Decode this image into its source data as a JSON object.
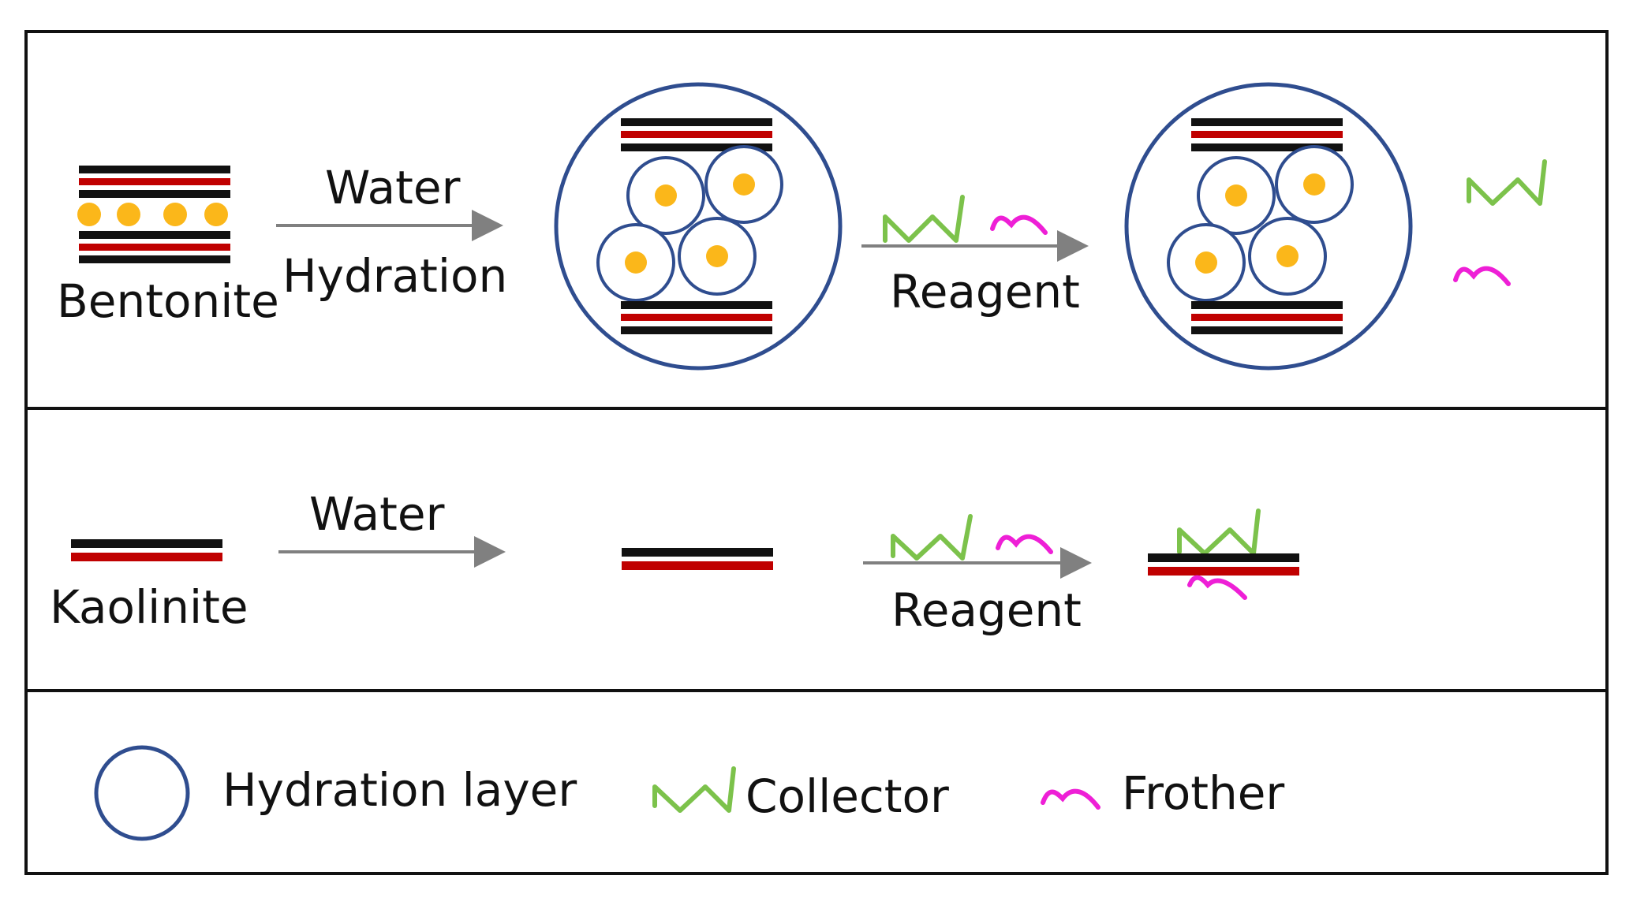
{
  "labels": {
    "bentonite": "Bentonite",
    "kaolinite": "Kaolinite",
    "water_top": "Water",
    "hydration": "Hydration",
    "water_mid": "Water",
    "reagent_top": "Reagent",
    "reagent_mid": "Reagent"
  },
  "legend": {
    "hydration_layer": "Hydration layer",
    "collector": "Collector",
    "frother": "Frother"
  },
  "colors": {
    "border": "#111111",
    "clay_dark": "#111111",
    "clay_red": "#c00000",
    "cation": "#fbb71a",
    "hydration_circle": "#2f4d8f",
    "arrow": "#808080",
    "collector": "#7cc24b",
    "frother": "#ee1fd6"
  }
}
